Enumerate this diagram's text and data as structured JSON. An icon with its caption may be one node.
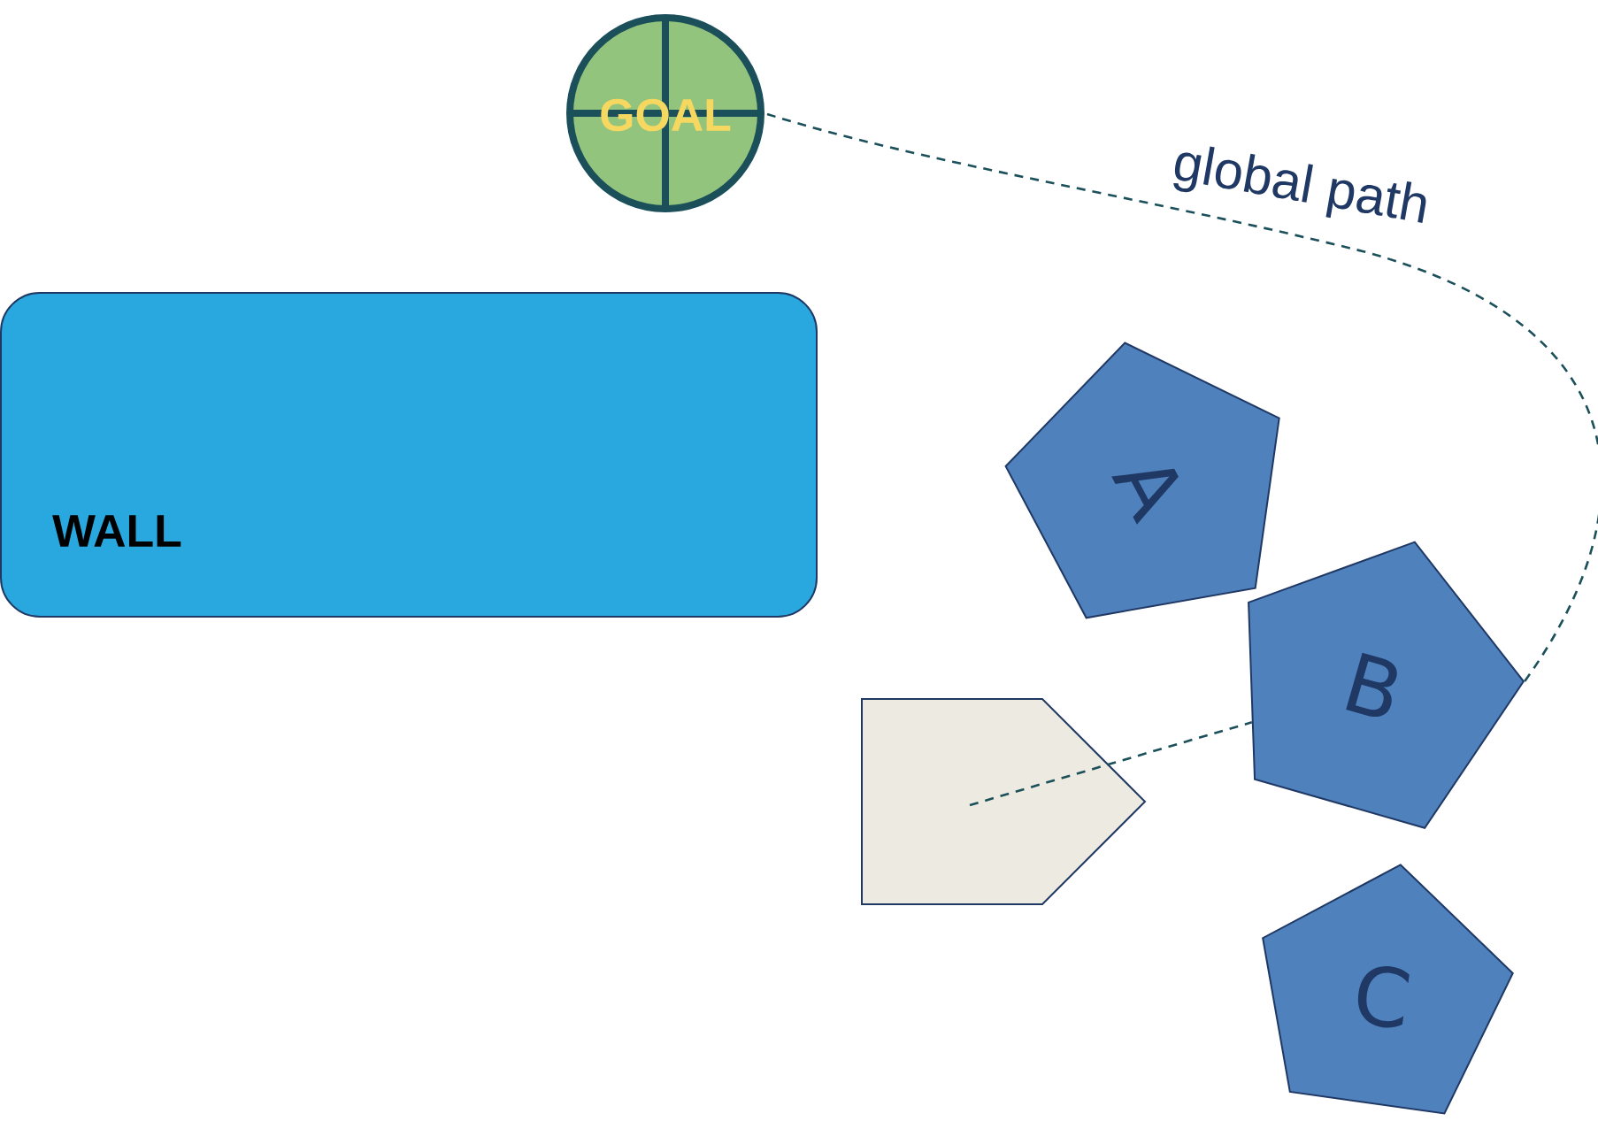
{
  "diagram": {
    "nodes": [
      {
        "text": [
          "GOAL"
        ]
      },
      {
        "text": [
          "WALL"
        ]
      },
      {
        "text": [
          "A"
        ]
      },
      {
        "text": [
          "B"
        ]
      },
      {
        "text": [
          "C"
        ]
      },
      {
        "text": [],
        "shape": "pentagon"
      }
    ],
    "edges": [
      {
        "from": 5,
        "to": 3,
        "arrow": "none",
        "style": "dashed"
      },
      {
        "from": 3,
        "to": 0,
        "arrow": "none",
        "style": "dashed",
        "label": "global path"
      }
    ]
  }
}
